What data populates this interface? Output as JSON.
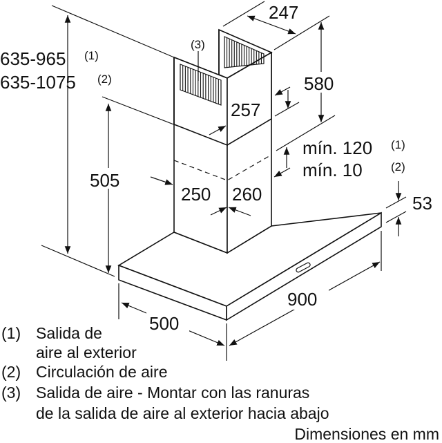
{
  "dimensions": {
    "ceiling_height_1": "635-965",
    "ceiling_height_1_note": "(1)",
    "ceiling_height_2": "635-1075",
    "ceiling_height_2_note": "(2)",
    "height_505": "505",
    "chimney_depth": "247",
    "upper_chimney_height": "580",
    "upper_chimney_width": "257",
    "lower_chimney_depth": "250",
    "lower_chimney_width": "260",
    "min_120": "mín. 120",
    "min_120_note": "(1)",
    "min_10": "mín. 10",
    "min_10_note": "(2)",
    "hood_thickness": "53",
    "hood_depth": "500",
    "hood_width": "900",
    "vent_callout": "(3)"
  },
  "legend": [
    {
      "num": "(1)",
      "lines": [
        "Salida de",
        "aire al exterior"
      ]
    },
    {
      "num": "(2)",
      "lines": [
        "Circulación de aire"
      ]
    },
    {
      "num": "(3)",
      "lines": [
        "Salida de aire - Montar con las ranuras",
        "de la salida de aire al exterior hacia abajo"
      ]
    }
  ],
  "units_note": "Dimensiones en mm"
}
